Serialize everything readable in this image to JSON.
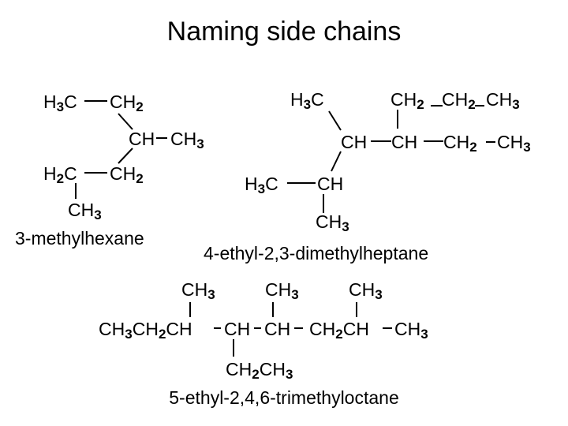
{
  "title": "Naming side chains",
  "molecules": [
    {
      "name": "3-methylhexane",
      "atoms": [
        {
          "id": "a1",
          "groups": [
            {
              "t": "H"
            },
            {
              "t": "3",
              "sub": true
            },
            {
              "t": "C"
            }
          ]
        },
        {
          "id": "a2",
          "groups": [
            {
              "t": "CH"
            },
            {
              "t": "2",
              "sub": true
            }
          ]
        },
        {
          "id": "a3",
          "groups": [
            {
              "t": "CH"
            }
          ]
        },
        {
          "id": "a4",
          "groups": [
            {
              "t": "CH"
            },
            {
              "t": "3",
              "sub": true
            }
          ]
        },
        {
          "id": "a5",
          "groups": [
            {
              "t": "H"
            },
            {
              "t": "2",
              "sub": true
            },
            {
              "t": "C"
            }
          ]
        },
        {
          "id": "a6",
          "groups": [
            {
              "t": "CH"
            },
            {
              "t": "2",
              "sub": true
            }
          ]
        },
        {
          "id": "a7",
          "groups": [
            {
              "t": "CH"
            },
            {
              "t": "3",
              "sub": true
            }
          ]
        }
      ]
    },
    {
      "name": "4-ethyl-2,3-dimethylheptane",
      "atoms": [
        {
          "id": "b1",
          "groups": [
            {
              "t": "H"
            },
            {
              "t": "3",
              "sub": true
            },
            {
              "t": "C"
            }
          ]
        },
        {
          "id": "b2",
          "groups": [
            {
              "t": "CH"
            },
            {
              "t": "2",
              "sub": true
            }
          ]
        },
        {
          "id": "b3",
          "groups": [
            {
              "t": "CH"
            },
            {
              "t": "2",
              "sub": true
            }
          ]
        },
        {
          "id": "b4",
          "groups": [
            {
              "t": "CH"
            },
            {
              "t": "3",
              "sub": true
            }
          ]
        },
        {
          "id": "b5",
          "groups": [
            {
              "t": "CH"
            }
          ]
        },
        {
          "id": "b6",
          "groups": [
            {
              "t": "CH"
            }
          ]
        },
        {
          "id": "b7",
          "groups": [
            {
              "t": "CH"
            },
            {
              "t": "2",
              "sub": true
            }
          ]
        },
        {
          "id": "b8",
          "groups": [
            {
              "t": "CH"
            },
            {
              "t": "3",
              "sub": true
            }
          ]
        },
        {
          "id": "b9",
          "groups": [
            {
              "t": "H"
            },
            {
              "t": "3",
              "sub": true
            },
            {
              "t": "C"
            }
          ]
        },
        {
          "id": "b10",
          "groups": [
            {
              "t": "CH"
            }
          ]
        },
        {
          "id": "b11",
          "groups": [
            {
              "t": "CH"
            },
            {
              "t": "3",
              "sub": true
            }
          ]
        }
      ]
    },
    {
      "name": "5-ethyl-2,4,6-trimethyloctane",
      "atoms": [
        {
          "id": "c1",
          "groups": [
            {
              "t": "CH"
            },
            {
              "t": "3",
              "sub": true
            }
          ]
        },
        {
          "id": "c2",
          "groups": [
            {
              "t": "CH"
            },
            {
              "t": "3",
              "sub": true
            }
          ]
        },
        {
          "id": "c3",
          "groups": [
            {
              "t": "CH"
            },
            {
              "t": "3",
              "sub": true
            }
          ]
        },
        {
          "id": "c4",
          "groups": [
            {
              "t": "CH"
            },
            {
              "t": "3",
              "sub": true
            },
            {
              "t": "CH"
            },
            {
              "t": "2",
              "sub": true
            },
            {
              "t": "CH"
            }
          ]
        },
        {
          "id": "c5",
          "groups": [
            {
              "t": "CH"
            }
          ]
        },
        {
          "id": "c6",
          "groups": [
            {
              "t": "CH"
            }
          ]
        },
        {
          "id": "c7",
          "groups": [
            {
              "t": "CH"
            },
            {
              "t": "2",
              "sub": true
            },
            {
              "t": "CH"
            }
          ]
        },
        {
          "id": "c8",
          "groups": [
            {
              "t": "CH"
            },
            {
              "t": "3",
              "sub": true
            }
          ]
        },
        {
          "id": "c9",
          "groups": [
            {
              "t": "CH"
            },
            {
              "t": "2",
              "sub": true
            },
            {
              "t": "CH"
            },
            {
              "t": "3",
              "sub": true
            }
          ]
        }
      ]
    }
  ]
}
